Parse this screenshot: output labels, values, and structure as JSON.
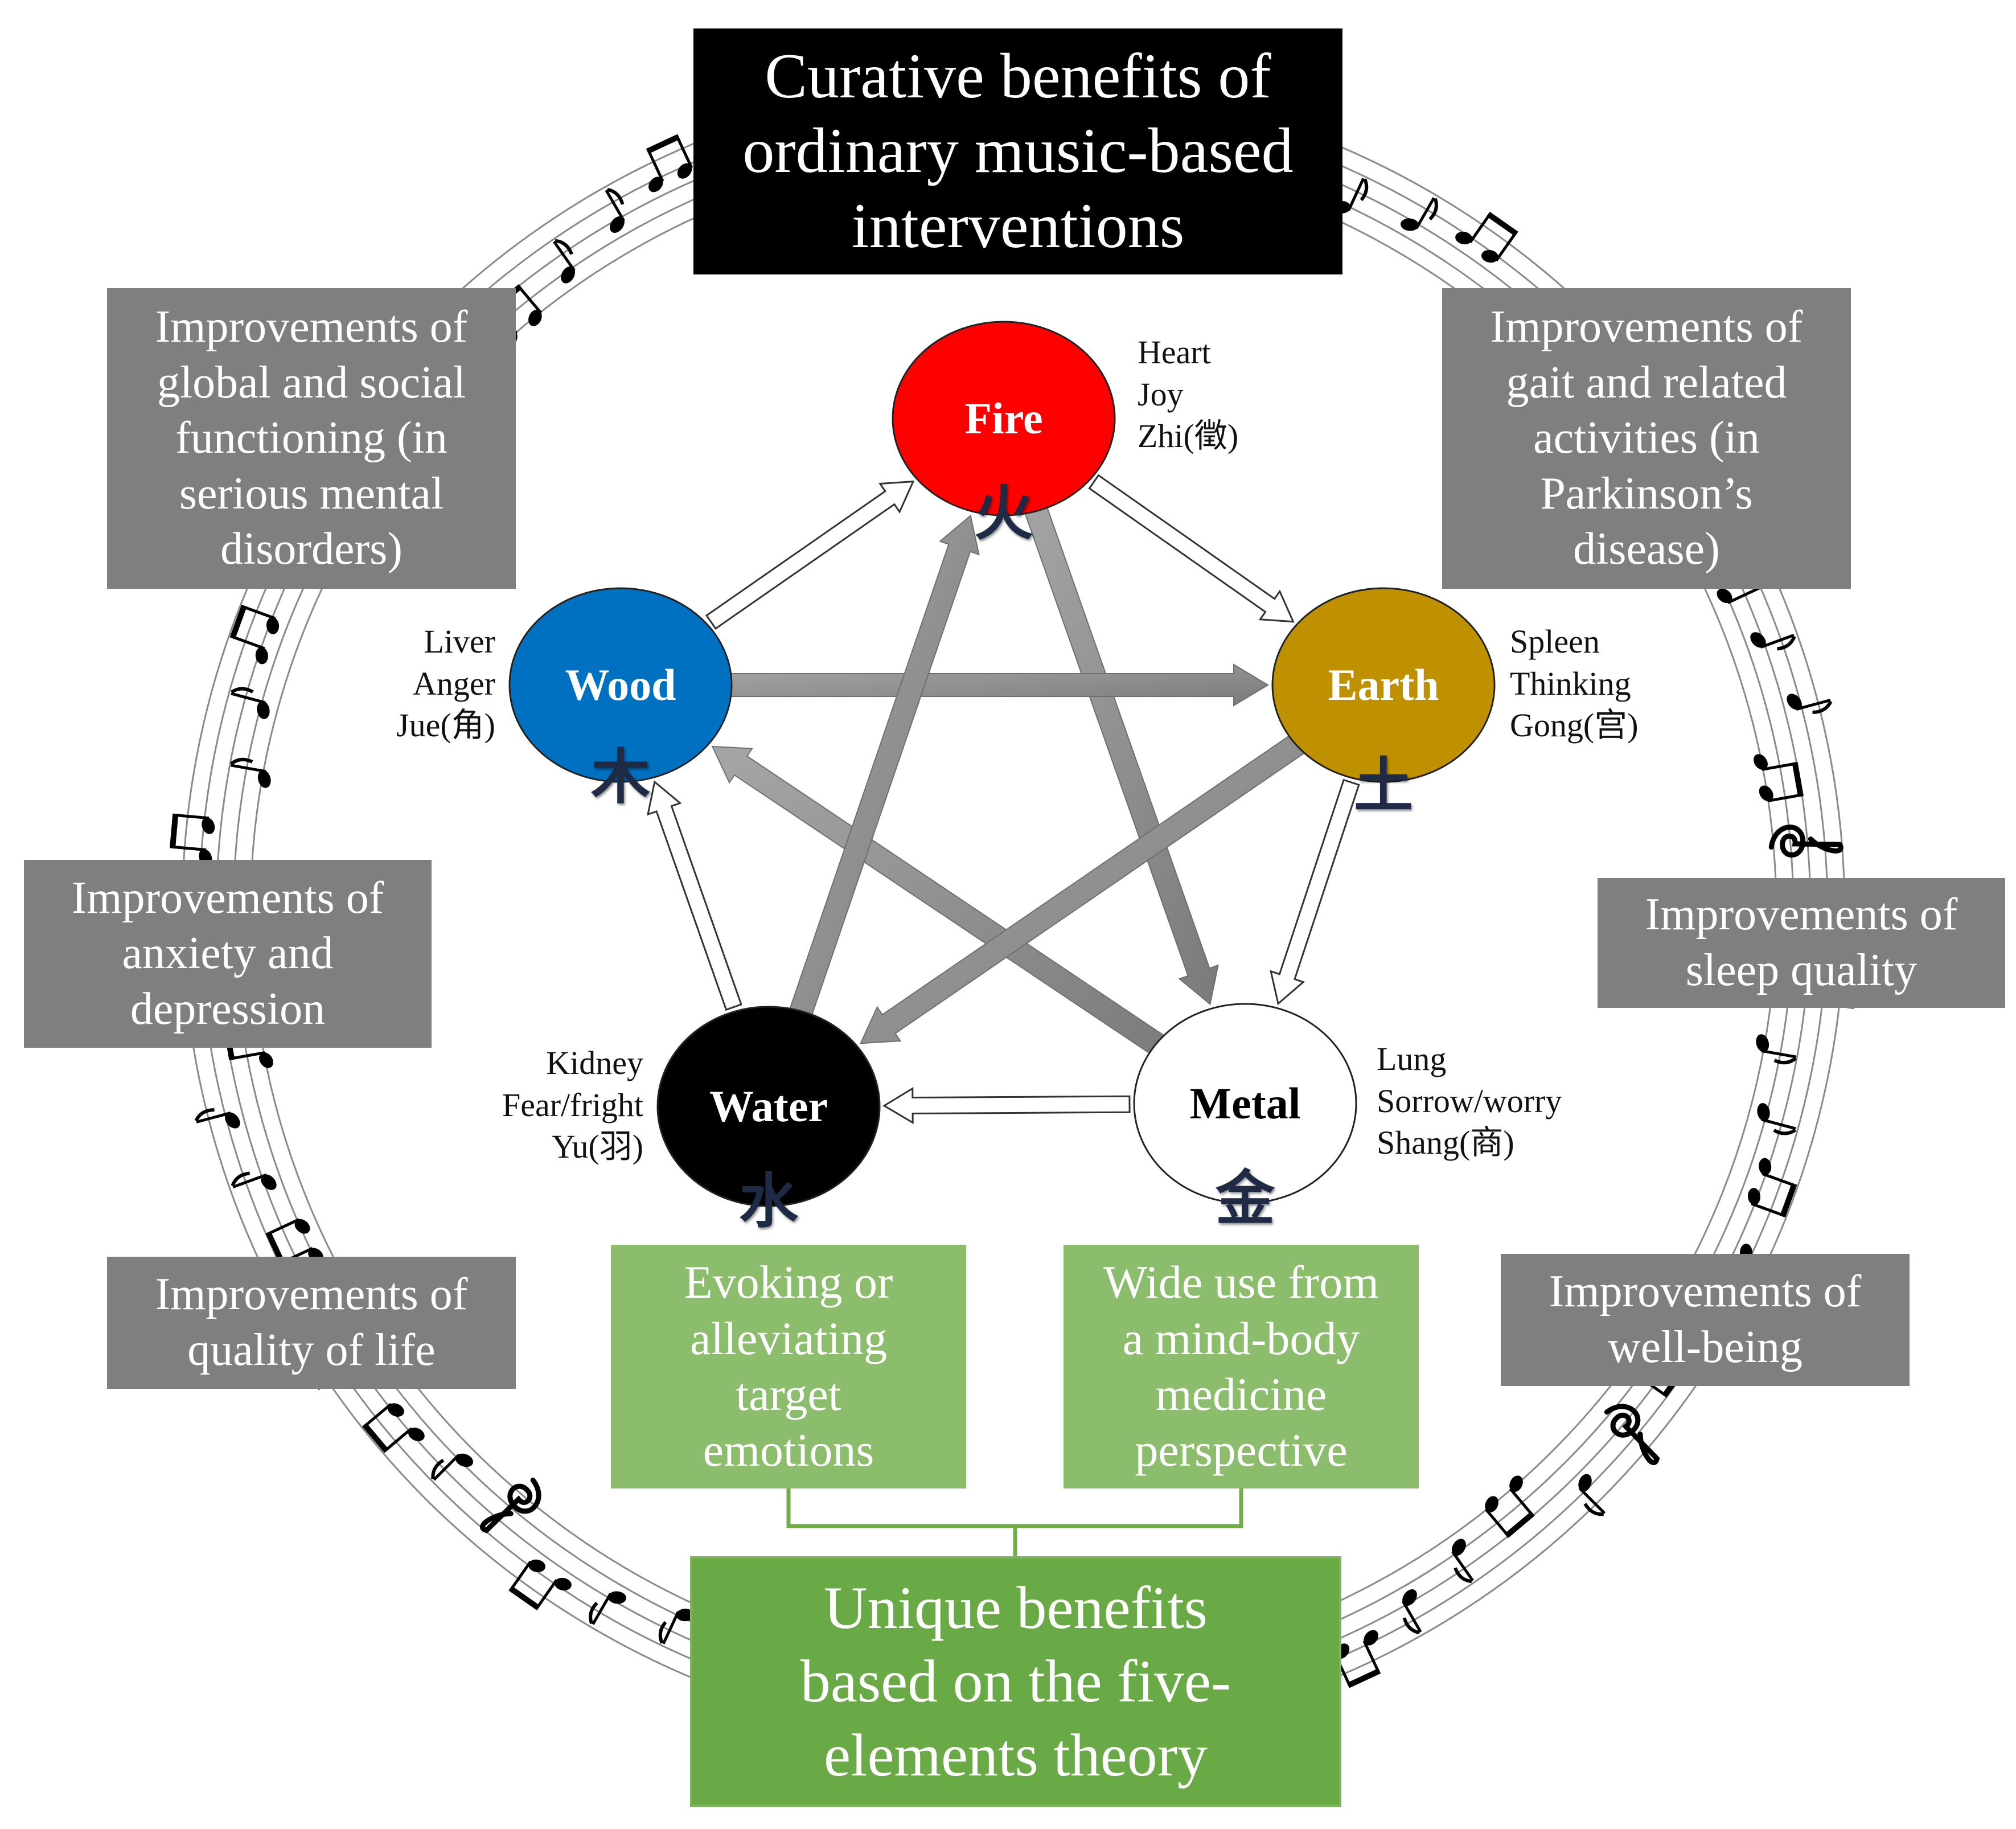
{
  "title": "Curative benefits of\nordinary music-based\ninterventions",
  "benefits": {
    "global_social": "Improvements of\nglobal and social\nfunctioning (in\nserious mental\ndisorders)",
    "gait": "Improvements of\ngait and related\nactivities (in\nParkinson’s\ndisease)",
    "anxiety": "Improvements of\nanxiety and\ndepression",
    "sleep": "Improvements of\nsleep quality",
    "quality_of_life": "Improvements of\nquality of life",
    "well_being": "Improvements of\nwell-being"
  },
  "unique": {
    "emotions": "Evoking or\nalleviating\ntarget\nemotions",
    "mind_body": "Wide use from\na mind-body\nmedicine\nperspective",
    "theory": "Unique benefits\nbased on the five-\nelements theory"
  },
  "elements": {
    "fire": {
      "name": "Fire",
      "char": "火",
      "attrs": "Heart\nJoy\nZhi(徵)",
      "color": "#ff0000",
      "text_color": "#ffffff"
    },
    "earth": {
      "name": "Earth",
      "char": "土",
      "attrs": "Spleen\nThinking\nGong(宫)",
      "color": "#bf9000",
      "text_color": "#ffffff"
    },
    "metal": {
      "name": "Metal",
      "char": "金",
      "attrs": "Lung\nSorrow/worry\nShang(商)",
      "color": "#ffffff",
      "text_color": "#000000"
    },
    "water": {
      "name": "Water",
      "char": "水",
      "attrs": "Kidney\nFear/fright\nYu(羽)",
      "color": "#000000",
      "text_color": "#ffffff"
    },
    "wood": {
      "name": "Wood",
      "char": "木",
      "attrs": "Liver\nAnger\nJue(角)",
      "color": "#0070c0",
      "text_color": "#ffffff"
    }
  },
  "palette": {
    "gray_box": "#7f7f7f",
    "green_box": "#8bbd6d",
    "green_box_dark": "#6aaa46",
    "connector": "#70ad47",
    "star_arrow": "#8c8c8c"
  }
}
